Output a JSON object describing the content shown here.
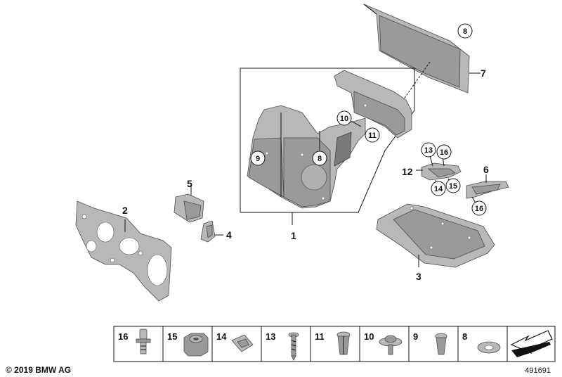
{
  "callouts": {
    "c1": "1",
    "c2": "2",
    "c3": "3",
    "c4": "4",
    "c5": "5",
    "c6": "6",
    "c7": "7",
    "c8_top": "8",
    "c8_mid": "8",
    "c9": "9",
    "c10": "10",
    "c11": "11",
    "c12": "12",
    "c13": "13",
    "c14": "14",
    "c15": "15",
    "c16_a": "16",
    "c16_b": "16"
  },
  "footer_row": [
    "16",
    "15",
    "14",
    "13",
    "11",
    "10",
    "9",
    "8"
  ],
  "copyright": "© 2019 BMW AG",
  "diagram_number": "491691",
  "colors": {
    "part_fill": "#9a9a9a",
    "part_stroke": "#4a4a4a",
    "line": "#111111"
  },
  "icons": [
    "direction-arrow-icon"
  ]
}
